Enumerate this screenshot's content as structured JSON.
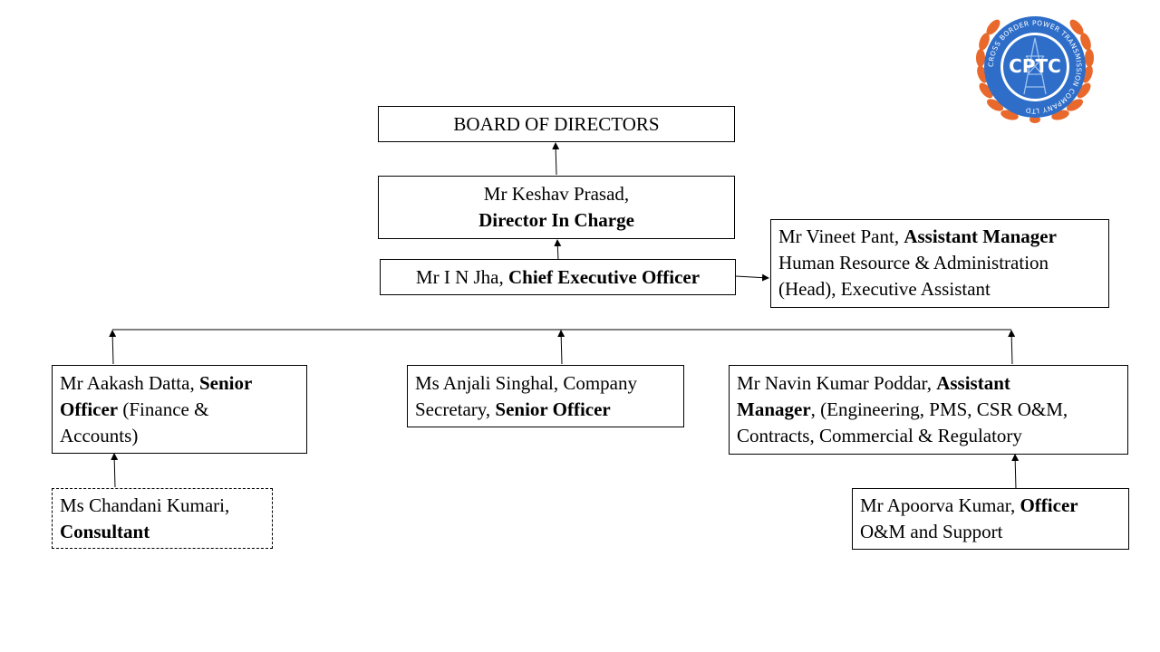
{
  "logo": {
    "text": "CPTC",
    "ring_text": "CROSS BORDER POWER TRANSMISSION COMPANY LTD",
    "colors": {
      "ring": "#2e6ec9",
      "wreath": "#e8692b",
      "text": "#ffffff"
    }
  },
  "chart": {
    "board": {
      "line1": "BOARD OF DIRECTORS"
    },
    "director": {
      "line1": "Mr Keshav Prasad,",
      "title": "Director In Charge"
    },
    "ceo": {
      "name": "Mr I N Jha, ",
      "title": "Chief Executive Officer"
    },
    "assistant_hr": {
      "name": "Mr Vineet Pant, ",
      "title": "Assistant Manager",
      "line2": "Human Resource  & Administration",
      "line3": "(Head), Executive Assistant"
    },
    "finance": {
      "name": "Mr Aakash Datta, ",
      "title_a": "Senior",
      "title_b": "Officer",
      "rest_a": " (Finance &",
      "rest_b": "Accounts)"
    },
    "secretary": {
      "name": "Ms Anjali Singhal,  Company",
      "line2": "Secretary, ",
      "title": "Senior Officer"
    },
    "engineering": {
      "name": "Mr Navin Kumar Poddar, ",
      "title_a": "Assistant",
      "title_b": "Manager",
      "rest_a": ", (Engineering, PMS, CSR O&M,",
      "rest_b": "Contracts, Commercial & Regulatory"
    },
    "consultant": {
      "name": "Ms Chandani Kumari,",
      "title": "Consultant"
    },
    "officer_om": {
      "name": "Mr Apoorva Kumar, ",
      "title": "Officer",
      "line2": "O&M and Support"
    }
  }
}
